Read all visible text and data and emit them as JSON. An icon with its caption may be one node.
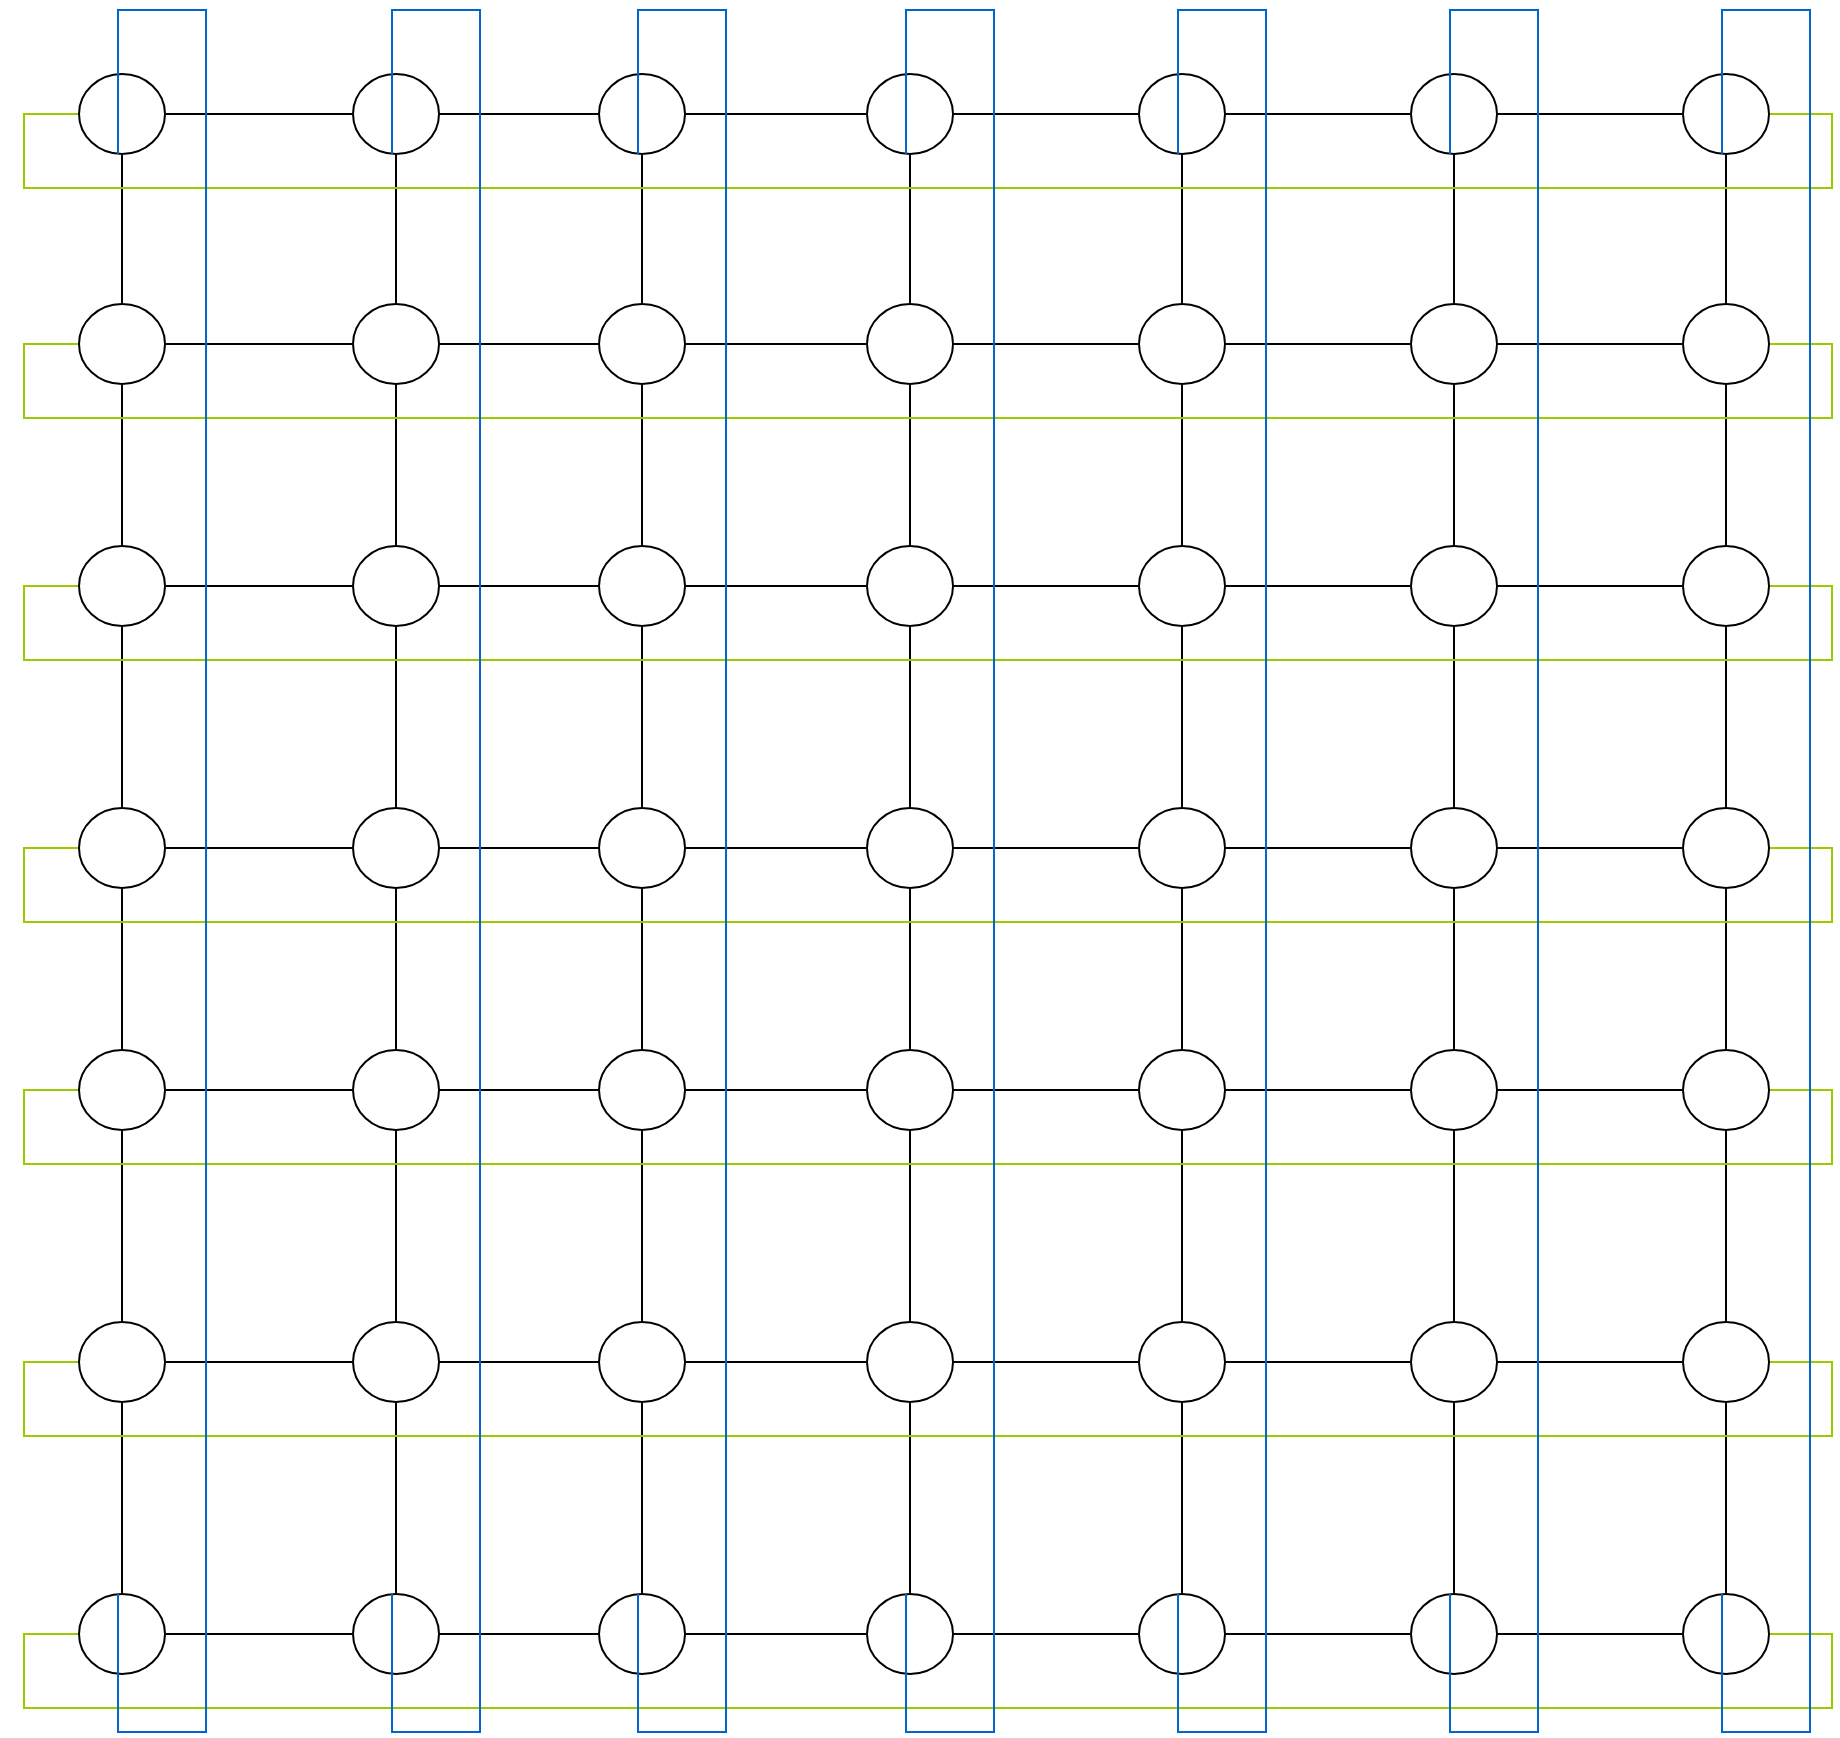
{
  "diagram": {
    "nodes": [
      {
        "text": [],
        "shape": "ellipse"
      },
      {
        "text": [],
        "shape": "ellipse"
      },
      {
        "text": [],
        "shape": "ellipse"
      },
      {
        "text": [],
        "shape": "ellipse"
      },
      {
        "text": [],
        "shape": "ellipse"
      },
      {
        "text": [],
        "shape": "ellipse"
      },
      {
        "text": [],
        "shape": "ellipse"
      },
      {
        "text": [],
        "shape": "ellipse"
      },
      {
        "text": [],
        "shape": "ellipse"
      },
      {
        "text": [],
        "shape": "ellipse"
      },
      {
        "text": [],
        "shape": "ellipse"
      },
      {
        "text": [],
        "shape": "ellipse"
      },
      {
        "text": [],
        "shape": "ellipse"
      },
      {
        "text": [],
        "shape": "ellipse"
      },
      {
        "text": [],
        "shape": "ellipse"
      },
      {
        "text": [],
        "shape": "ellipse"
      },
      {
        "text": [],
        "shape": "ellipse"
      },
      {
        "text": [],
        "shape": "ellipse"
      },
      {
        "text": [],
        "shape": "ellipse"
      },
      {
        "text": [],
        "shape": "ellipse"
      },
      {
        "text": [],
        "shape": "ellipse"
      },
      {
        "text": [],
        "shape": "ellipse"
      },
      {
        "text": [],
        "shape": "ellipse"
      },
      {
        "text": [],
        "shape": "ellipse"
      },
      {
        "text": [],
        "shape": "ellipse"
      },
      {
        "text": [],
        "shape": "ellipse"
      },
      {
        "text": [],
        "shape": "ellipse"
      },
      {
        "text": [],
        "shape": "ellipse"
      },
      {
        "text": [],
        "shape": "ellipse"
      },
      {
        "text": [],
        "shape": "ellipse"
      },
      {
        "text": [],
        "shape": "ellipse"
      },
      {
        "text": [],
        "shape": "ellipse"
      },
      {
        "text": [],
        "shape": "ellipse"
      },
      {
        "text": [],
        "shape": "ellipse"
      },
      {
        "text": [],
        "shape": "ellipse"
      },
      {
        "text": [],
        "shape": "ellipse"
      },
      {
        "text": [],
        "shape": "ellipse"
      },
      {
        "text": [],
        "shape": "ellipse"
      },
      {
        "text": [],
        "shape": "ellipse"
      },
      {
        "text": [],
        "shape": "ellipse"
      },
      {
        "text": [],
        "shape": "ellipse"
      },
      {
        "text": [],
        "shape": "ellipse"
      },
      {
        "text": [],
        "shape": "ellipse"
      },
      {
        "text": [],
        "shape": "ellipse"
      },
      {
        "text": [],
        "shape": "ellipse"
      },
      {
        "text": [],
        "shape": "ellipse"
      },
      {
        "text": [],
        "shape": "ellipse"
      },
      {
        "text": [],
        "shape": "ellipse"
      },
      {
        "text": [],
        "shape": "ellipse"
      }
    ],
    "edges": [
      {
        "from": 0,
        "to": 1,
        "arrow": "none"
      },
      {
        "from": 1,
        "to": 2,
        "arrow": "none"
      },
      {
        "from": 2,
        "to": 3,
        "arrow": "none"
      },
      {
        "from": 3,
        "to": 4,
        "arrow": "none"
      },
      {
        "from": 4,
        "to": 5,
        "arrow": "none"
      },
      {
        "from": 5,
        "to": 6,
        "arrow": "none"
      },
      {
        "from": 7,
        "to": 8,
        "arrow": "none"
      },
      {
        "from": 8,
        "to": 9,
        "arrow": "none"
      },
      {
        "from": 9,
        "to": 10,
        "arrow": "none"
      },
      {
        "from": 10,
        "to": 11,
        "arrow": "none"
      },
      {
        "from": 11,
        "to": 12,
        "arrow": "none"
      },
      {
        "from": 12,
        "to": 13,
        "arrow": "none"
      },
      {
        "from": 14,
        "to": 15,
        "arrow": "none"
      },
      {
        "from": 15,
        "to": 16,
        "arrow": "none"
      },
      {
        "from": 16,
        "to": 17,
        "arrow": "none"
      },
      {
        "from": 17,
        "to": 18,
        "arrow": "none"
      },
      {
        "from": 18,
        "to": 19,
        "arrow": "none"
      },
      {
        "from": 19,
        "to": 20,
        "arrow": "none"
      },
      {
        "from": 21,
        "to": 22,
        "arrow": "none"
      },
      {
        "from": 22,
        "to": 23,
        "arrow": "none"
      },
      {
        "from": 23,
        "to": 24,
        "arrow": "none"
      },
      {
        "from": 24,
        "to": 25,
        "arrow": "none"
      },
      {
        "from": 25,
        "to": 26,
        "arrow": "none"
      },
      {
        "from": 26,
        "to": 27,
        "arrow": "none"
      },
      {
        "from": 28,
        "to": 29,
        "arrow": "none"
      },
      {
        "from": 29,
        "to": 30,
        "arrow": "none"
      },
      {
        "from": 30,
        "to": 31,
        "arrow": "none"
      },
      {
        "from": 31,
        "to": 32,
        "arrow": "none"
      },
      {
        "from": 32,
        "to": 33,
        "arrow": "none"
      },
      {
        "from": 33,
        "to": 34,
        "arrow": "none"
      },
      {
        "from": 35,
        "to": 36,
        "arrow": "none"
      },
      {
        "from": 36,
        "to": 37,
        "arrow": "none"
      },
      {
        "from": 37,
        "to": 38,
        "arrow": "none"
      },
      {
        "from": 38,
        "to": 39,
        "arrow": "none"
      },
      {
        "from": 39,
        "to": 40,
        "arrow": "none"
      },
      {
        "from": 40,
        "to": 41,
        "arrow": "none"
      },
      {
        "from": 42,
        "to": 43,
        "arrow": "none"
      },
      {
        "from": 43,
        "to": 44,
        "arrow": "none"
      },
      {
        "from": 44,
        "to": 45,
        "arrow": "none"
      },
      {
        "from": 45,
        "to": 46,
        "arrow": "none"
      },
      {
        "from": 46,
        "to": 47,
        "arrow": "none"
      },
      {
        "from": 47,
        "to": 48,
        "arrow": "none"
      },
      {
        "from": 0,
        "to": 7,
        "arrow": "none"
      },
      {
        "from": 7,
        "to": 14,
        "arrow": "none"
      },
      {
        "from": 14,
        "to": 21,
        "arrow": "none"
      },
      {
        "from": 21,
        "to": 28,
        "arrow": "none"
      },
      {
        "from": 28,
        "to": 35,
        "arrow": "none"
      },
      {
        "from": 35,
        "to": 42,
        "arrow": "none"
      },
      {
        "from": 1,
        "to": 8,
        "arrow": "none"
      },
      {
        "from": 8,
        "to": 15,
        "arrow": "none"
      },
      {
        "from": 15,
        "to": 22,
        "arrow": "none"
      },
      {
        "from": 22,
        "to": 29,
        "arrow": "none"
      },
      {
        "from": 29,
        "to": 36,
        "arrow": "none"
      },
      {
        "from": 36,
        "to": 43,
        "arrow": "none"
      },
      {
        "from": 2,
        "to": 9,
        "arrow": "none"
      },
      {
        "from": 9,
        "to": 16,
        "arrow": "none"
      },
      {
        "from": 16,
        "to": 23,
        "arrow": "none"
      },
      {
        "from": 23,
        "to": 30,
        "arrow": "none"
      },
      {
        "from": 30,
        "to": 37,
        "arrow": "none"
      },
      {
        "from": 37,
        "to": 44,
        "arrow": "none"
      },
      {
        "from": 3,
        "to": 10,
        "arrow": "none"
      },
      {
        "from": 10,
        "to": 17,
        "arrow": "none"
      },
      {
        "from": 17,
        "to": 24,
        "arrow": "none"
      },
      {
        "from": 24,
        "to": 31,
        "arrow": "none"
      },
      {
        "from": 31,
        "to": 38,
        "arrow": "none"
      },
      {
        "from": 38,
        "to": 45,
        "arrow": "none"
      },
      {
        "from": 4,
        "to": 11,
        "arrow": "none"
      },
      {
        "from": 11,
        "to": 18,
        "arrow": "none"
      },
      {
        "from": 18,
        "to": 25,
        "arrow": "none"
      },
      {
        "from": 25,
        "to": 32,
        "arrow": "none"
      },
      {
        "from": 32,
        "to": 39,
        "arrow": "none"
      },
      {
        "from": 39,
        "to": 46,
        "arrow": "none"
      },
      {
        "from": 5,
        "to": 12,
        "arrow": "none"
      },
      {
        "from": 12,
        "to": 19,
        "arrow": "none"
      },
      {
        "from": 19,
        "to": 26,
        "arrow": "none"
      },
      {
        "from": 26,
        "to": 33,
        "arrow": "none"
      },
      {
        "from": 33,
        "to": 40,
        "arrow": "none"
      },
      {
        "from": 40,
        "to": 47,
        "arrow": "none"
      },
      {
        "from": 6,
        "to": 13,
        "arrow": "none"
      },
      {
        "from": 13,
        "to": 20,
        "arrow": "none"
      },
      {
        "from": 20,
        "to": 27,
        "arrow": "none"
      },
      {
        "from": 27,
        "to": 34,
        "arrow": "none"
      },
      {
        "from": 34,
        "to": 41,
        "arrow": "none"
      },
      {
        "from": 41,
        "to": 48,
        "arrow": "none"
      },
      {
        "from": 6,
        "to": 0,
        "arrow": "none",
        "color": "#99cc00"
      },
      {
        "from": 13,
        "to": 7,
        "arrow": "none",
        "color": "#99cc00"
      },
      {
        "from": 20,
        "to": 14,
        "arrow": "none",
        "color": "#99cc00"
      },
      {
        "from": 27,
        "to": 21,
        "arrow": "none",
        "color": "#99cc00"
      },
      {
        "from": 34,
        "to": 28,
        "arrow": "none",
        "color": "#99cc00"
      },
      {
        "from": 41,
        "to": 35,
        "arrow": "none",
        "color": "#99cc00"
      },
      {
        "from": 48,
        "to": 42,
        "arrow": "none",
        "color": "#99cc00"
      },
      {
        "from": 0,
        "to": 42,
        "arrow": "none",
        "color": "#0066cc"
      },
      {
        "from": 1,
        "to": 43,
        "arrow": "none",
        "color": "#0066cc"
      },
      {
        "from": 2,
        "to": 44,
        "arrow": "none",
        "color": "#0066cc"
      },
      {
        "from": 3,
        "to": 45,
        "arrow": "none",
        "color": "#0066cc"
      },
      {
        "from": 4,
        "to": 46,
        "arrow": "none",
        "color": "#0066cc"
      },
      {
        "from": 5,
        "to": 47,
        "arrow": "none",
        "color": "#0066cc"
      },
      {
        "from": 6,
        "to": 48,
        "arrow": "none",
        "color": "#0066cc"
      }
    ]
  }
}
